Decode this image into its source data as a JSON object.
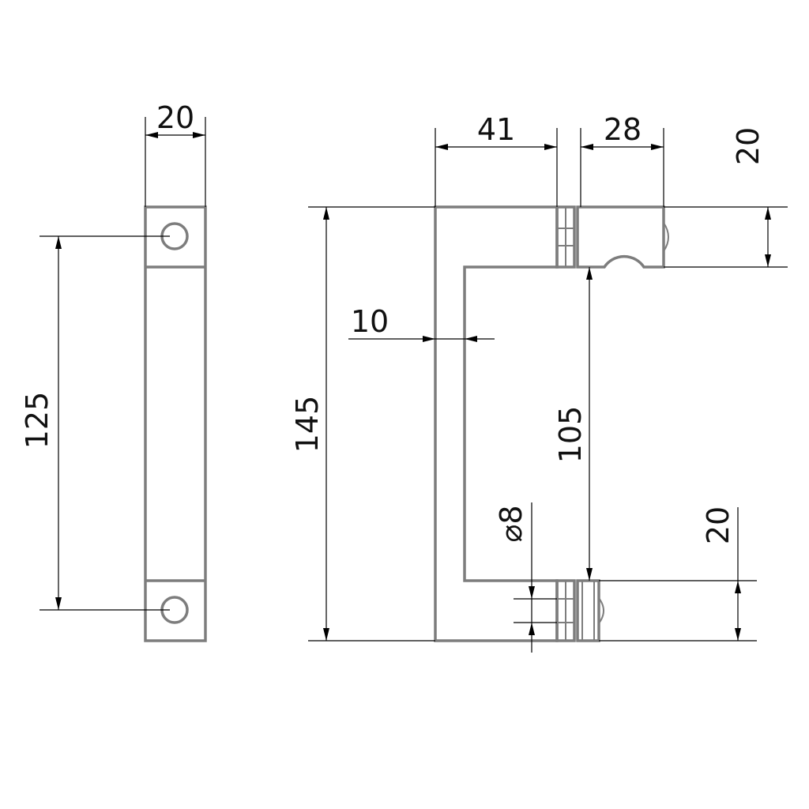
{
  "dimensions": {
    "side_width": "20",
    "side_hole_spacing": "125",
    "front_depth": "41",
    "clamp_width": "28",
    "top_clamp_height": "20",
    "bar_thickness": "10",
    "overall_height": "145",
    "inner_height": "105",
    "bolt_diameter": "⌀8",
    "bottom_clamp_height": "20"
  },
  "colors": {
    "part_outline": "#7d7d7d",
    "dimension_lines": "#000000",
    "text": "#111111"
  }
}
